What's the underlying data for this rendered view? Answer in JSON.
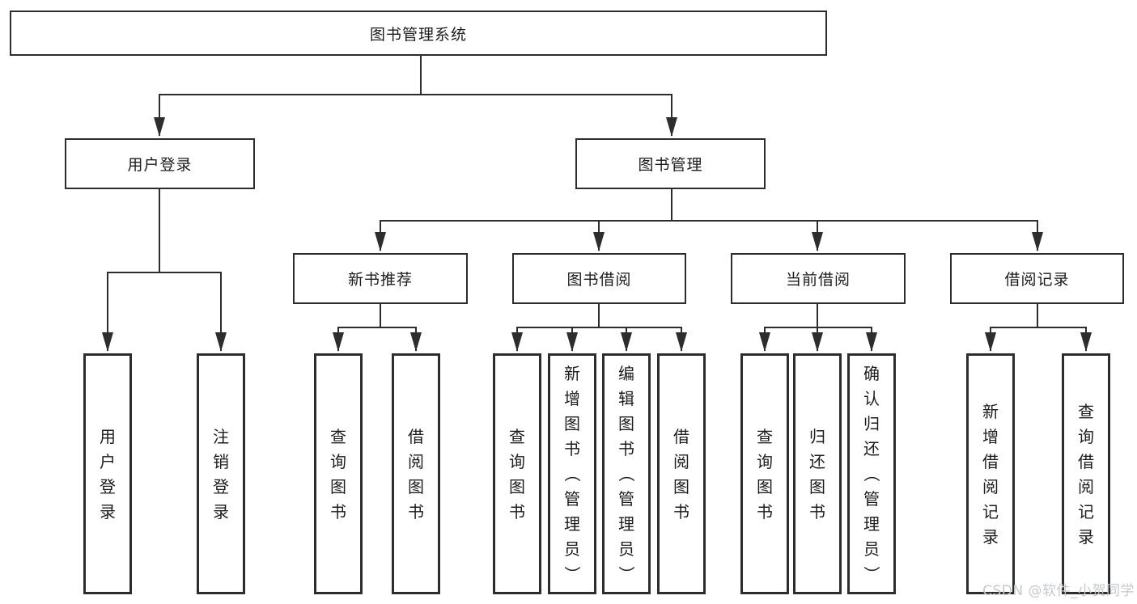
{
  "nodes": {
    "root": {
      "label": "图书管理系统"
    },
    "user_login": {
      "label": "用户登录"
    },
    "book_mgmt": {
      "label": "图书管理"
    },
    "new_book_rec": {
      "label": "新书推荐"
    },
    "book_borrow": {
      "label": "图书借阅"
    },
    "current_borrow": {
      "label": "当前借阅"
    },
    "borrow_records": {
      "label": "借阅记录"
    },
    "leaf_user_login": {
      "label": "用户登录"
    },
    "leaf_logout": {
      "label": "注销登录"
    },
    "leaf_query_book_new": {
      "label": "查询图书"
    },
    "leaf_borrow_book_new": {
      "label": "借阅图书"
    },
    "leaf_query_book_bor": {
      "label": "查询图书"
    },
    "leaf_add_book": {
      "label": "新增图书（管理员）"
    },
    "leaf_edit_book": {
      "label": "编辑图书（管理员）"
    },
    "leaf_borrow_book_bor": {
      "label": "借阅图书"
    },
    "leaf_query_book_cur": {
      "label": "查询图书"
    },
    "leaf_return_book": {
      "label": "归还图书"
    },
    "leaf_confirm_return": {
      "label": "确认归还（管理员）"
    },
    "leaf_add_record": {
      "label": "新增借阅记录"
    },
    "leaf_query_record": {
      "label": "查询借阅记录"
    }
  },
  "hierarchy": {
    "图书管理系统": {
      "用户登录": [
        "用户登录",
        "注销登录"
      ],
      "图书管理": {
        "新书推荐": [
          "查询图书",
          "借阅图书"
        ],
        "图书借阅": [
          "查询图书",
          "新增图书（管理员）",
          "编辑图书（管理员）",
          "借阅图书"
        ],
        "当前借阅": [
          "查询图书",
          "归还图书",
          "确认归还（管理员）"
        ],
        "借阅记录": [
          "新增借阅记录",
          "查询借阅记录"
        ]
      }
    }
  },
  "watermark": {
    "text": "CSDN @软件_小贺同学",
    "color": "#c5c8cd"
  },
  "colors": {
    "line": "#2d2d2d",
    "box_border": "#2d2d2d",
    "text": "#1c1c1c",
    "background": "#ffffff"
  }
}
